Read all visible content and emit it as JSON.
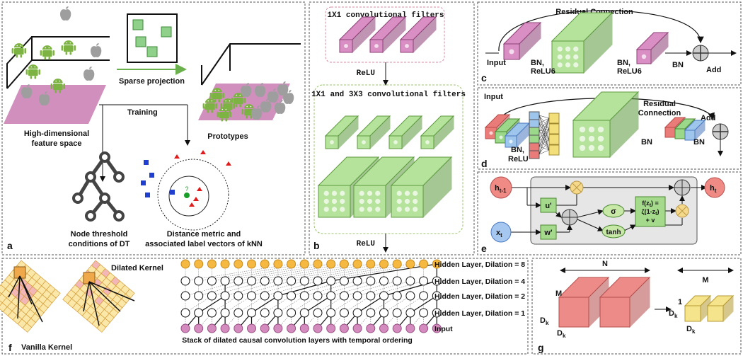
{
  "panel_a": {
    "letter": "a",
    "sparse_projection": "Sparse projection",
    "training": "Training",
    "feature_space": [
      "High-dimensional",
      "feature space"
    ],
    "prototypes": "Prototypes",
    "dt_caption": [
      "Node threshold",
      "conditions of DT"
    ],
    "knn_caption": [
      "Distance metric and",
      "associated label vectors of kNN"
    ],
    "question_mark": "?"
  },
  "panel_b": {
    "letter": "b",
    "filters_1x1": "1X1 convolutional filters",
    "relu_mid": "ReLU",
    "filters_mixed": "1X1 and 3X3 convolutional filters",
    "relu_bottom": "ReLU"
  },
  "panel_c": {
    "letter": "c",
    "residual": "Residual Connection",
    "input": "Input",
    "bn_relu6_a": [
      "BN,",
      "ReLU6"
    ],
    "bn_relu6_b": [
      "BN,",
      "ReLU6"
    ],
    "bn": "BN",
    "add": "Add"
  },
  "panel_d": {
    "letter": "d",
    "input": "Input",
    "residual": [
      "Residual",
      "Connection"
    ],
    "add": "Add",
    "bn_relu": [
      "BN,",
      "ReLU"
    ],
    "bn_a": "BN",
    "bn_b": "BN"
  },
  "panel_e": {
    "letter": "e",
    "h_prev": "h",
    "h_prev_sub": "t-1",
    "h_next": "h",
    "h_next_sub": "t",
    "x_t": "x",
    "x_t_sub": "t",
    "u_prime": "u'",
    "w_prime": "w'",
    "sigma": "σ",
    "tanh": "tanh",
    "formula": [
      "f(z",
      "t",
      ") =",
      "ζ(1-z",
      "t",
      ")",
      "+ v"
    ]
  },
  "panel_f": {
    "letter": "f",
    "dilated_kernel": "Dilated Kernel",
    "vanilla_kernel": "Vanilla Kernel",
    "layers": [
      "Hidden Layer, Dilation = 8",
      "Hidden Layer, Dilation = 4",
      "Hidden Layer, Dilation = 2",
      "Hidden Layer, Dilation = 1",
      "Input"
    ],
    "caption": "Stack of dilated causal convolution layers with temporal ordering"
  },
  "panel_g": {
    "letter": "g",
    "n": "N",
    "m_left": "M",
    "m_right": "M",
    "dk": "D",
    "dk_sub": "k",
    "one": "1"
  },
  "colors": {
    "android_green": "#7cb342",
    "apple_gray": "#9e9e9e",
    "magenta": "#c06aa8",
    "green_block": "#a5d98b",
    "red_block": "#e97b78",
    "yellow_block": "#f3df7a",
    "blue_node": "#9ec5ec",
    "orange_node": "#f5b942",
    "pink_node": "#d48bbd"
  }
}
